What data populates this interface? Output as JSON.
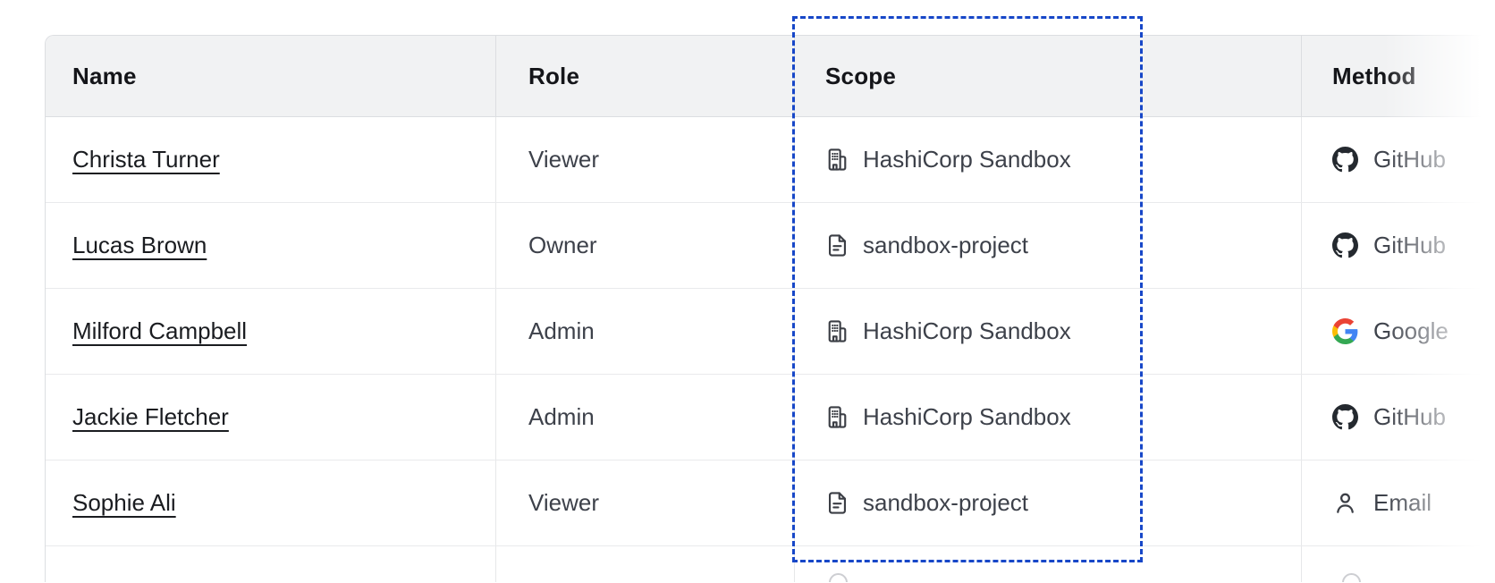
{
  "table": {
    "columns": [
      {
        "id": "name",
        "label": "Name"
      },
      {
        "id": "role",
        "label": "Role"
      },
      {
        "id": "scope",
        "label": "Scope"
      },
      {
        "id": "method",
        "label": "Method"
      }
    ],
    "rows": [
      {
        "name": "Christa Turner",
        "role": "Viewer",
        "scope": {
          "icon": "org-building-icon",
          "label": "HashiCorp Sandbox"
        },
        "method": {
          "icon": "github-icon",
          "label": "GitHub"
        }
      },
      {
        "name": "Lucas Brown",
        "role": "Owner",
        "scope": {
          "icon": "file-text-icon",
          "label": "sandbox-project"
        },
        "method": {
          "icon": "github-icon",
          "label": "GitHub"
        }
      },
      {
        "name": "Milford Campbell",
        "role": "Admin",
        "scope": {
          "icon": "org-building-icon",
          "label": "HashiCorp Sandbox"
        },
        "method": {
          "icon": "google-icon",
          "label": "Google"
        }
      },
      {
        "name": "Jackie Fletcher",
        "role": "Admin",
        "scope": {
          "icon": "org-building-icon",
          "label": "HashiCorp Sandbox"
        },
        "method": {
          "icon": "github-icon",
          "label": "GitHub"
        }
      },
      {
        "name": "Sophie Ali",
        "role": "Viewer",
        "scope": {
          "icon": "file-text-icon",
          "label": "sandbox-project"
        },
        "method": {
          "icon": "person-icon",
          "label": "Email"
        }
      }
    ]
  },
  "annotation": {
    "target": "scope-column",
    "style": "dashed-rectangle",
    "color": "#1747c8"
  },
  "colors": {
    "header_background": "#f1f2f3",
    "header_text": "#141519",
    "body_text": "#3d414a",
    "link_text": "#1a1c20",
    "border_strong": "#dcdee1",
    "border_light": "#e9eaec",
    "github_icon": "#24292f",
    "google_blue": "#4285f4",
    "google_green": "#34a853",
    "google_yellow": "#fbbc05",
    "google_red": "#ea4335"
  }
}
